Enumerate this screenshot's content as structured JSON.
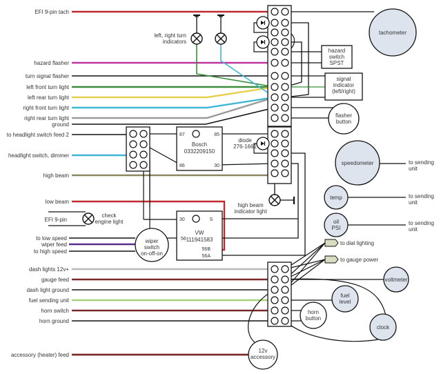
{
  "colors": {
    "red": "#c0292f",
    "magenta": "#c0349e",
    "green": "#3a8c3a",
    "yellow": "#e6cf4a",
    "cyan": "#3fb6d6",
    "gray": "#9a9a9a",
    "olive": "#8a8660",
    "purple": "#5a2b8c",
    "darkred": "#7a2a2a",
    "lightgreen": "#a8d27a",
    "lightgray": "#b8b8b8",
    "gauge_fill": "#dde4ee",
    "connector_fill": "#d8dcc0"
  },
  "left_wires": [
    {
      "label": "EFI 9-pin tach",
      "color": "red"
    },
    {
      "label": "hazard flasher",
      "color": "magenta"
    },
    {
      "label": "turn signal flasher",
      "color": "black"
    },
    {
      "label": "left front turn light",
      "color": "green"
    },
    {
      "label": "left rear turn light",
      "color": "yellow"
    },
    {
      "label": "right front turn light",
      "color": "cyan"
    },
    {
      "label": "right rear turn light",
      "color": "gray"
    },
    {
      "label": "ground",
      "color": "black"
    },
    {
      "label": "to headlight switch feed 2",
      "color": "black"
    },
    {
      "label": "headlight switch, dimmer",
      "color": "cyan"
    },
    {
      "label": "high beam",
      "color": "olive"
    },
    {
      "label": "low beam",
      "color": "red"
    },
    {
      "label": "EFI 9-pin",
      "color": "black"
    },
    {
      "label": "to low speed",
      "color": "black"
    },
    {
      "label": "wiper feed",
      "color": "purple"
    },
    {
      "label": "to high speed",
      "color": "black"
    },
    {
      "label": "dash lights 12v+",
      "color": "lightgray"
    },
    {
      "label": "gauge feed",
      "color": "darkred"
    },
    {
      "label": "dash light ground",
      "color": "black"
    },
    {
      "label": "fuel sending unit",
      "color": "lightgreen"
    },
    {
      "label": "horn switch",
      "color": "darkred"
    },
    {
      "label": "horn ground",
      "color": "black"
    },
    {
      "label": "accessory (heater) feed",
      "color": "darkred"
    }
  ],
  "components": {
    "turn_indicators": "left, right turn\nindicators",
    "tachometer": "tachometer",
    "hazard_switch": [
      "hazard",
      "switch",
      "SPST"
    ],
    "signal_indicator": [
      "signal",
      "indicator",
      "(left/right)"
    ],
    "flasher_button": [
      "flasher",
      "button"
    ],
    "bosch_relay": {
      "name": "Bosch",
      "part": "0332209150",
      "pins": [
        "87",
        "85",
        "86",
        "30"
      ]
    },
    "diode": [
      "diode",
      "276-1661"
    ],
    "high_beam_indicator": [
      "high beam",
      "indicator light"
    ],
    "check_engine": [
      "check",
      "engine light"
    ],
    "vw_relay": {
      "name": "VW",
      "part": "111941583",
      "pins": [
        "30",
        "S",
        "56",
        "56B",
        "56A"
      ]
    },
    "wiper_switch": [
      "wiper",
      "switch",
      "on-off-on"
    ],
    "speedometer": "speedometer",
    "temp": "temp",
    "oil_psi": [
      "oil",
      "PSI"
    ],
    "to_sending_unit": [
      "to sending",
      "unit"
    ],
    "dial_lighting": "to dial lighting",
    "gauge_power": "to gauge power",
    "voltmeter": "voltmeter",
    "fuel_level": [
      "fuel",
      "level"
    ],
    "horn_button": [
      "horn",
      "button"
    ],
    "clock": "clock",
    "accessory": [
      "12v",
      "accessory"
    ]
  }
}
